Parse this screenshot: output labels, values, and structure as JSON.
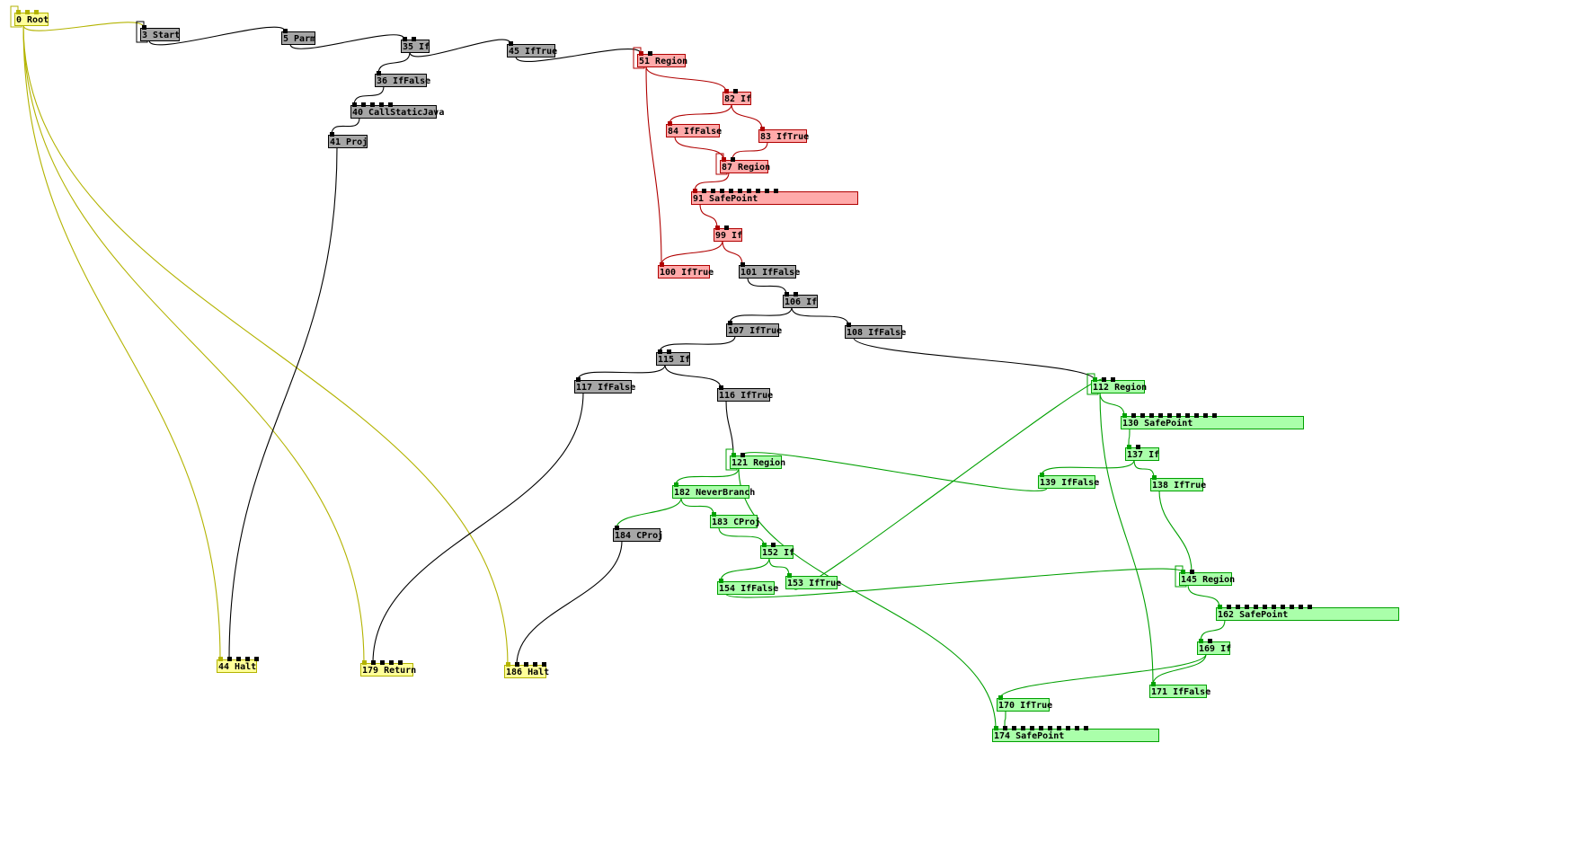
{
  "palette": {
    "yellow": {
      "fill": "#ffff99",
      "stroke": "#b3b300",
      "edge": "#b3b300"
    },
    "gray": {
      "fill": "#a6a6a6",
      "stroke": "#000000",
      "edge": "#000000"
    },
    "red": {
      "fill": "#ffaaaa",
      "stroke": "#b00000",
      "edge": "#b00000"
    },
    "green": {
      "fill": "#aaffaa",
      "stroke": "#00a000",
      "edge": "#00a000"
    }
  },
  "nodes": [
    {
      "id": "0",
      "label": "0 Root",
      "color": "yellow"
    },
    {
      "id": "3",
      "label": "3 Start",
      "color": "gray"
    },
    {
      "id": "5",
      "label": "5 Parm",
      "color": "gray"
    },
    {
      "id": "35",
      "label": "35 If",
      "color": "gray"
    },
    {
      "id": "45",
      "label": "45 IfTrue",
      "color": "gray"
    },
    {
      "id": "36",
      "label": "36 IfFalse",
      "color": "gray"
    },
    {
      "id": "40",
      "label": "40 CallStaticJava",
      "color": "gray"
    },
    {
      "id": "41",
      "label": "41 Proj",
      "color": "gray"
    },
    {
      "id": "51",
      "label": "51 Region",
      "color": "red"
    },
    {
      "id": "82",
      "label": "82 If",
      "color": "red"
    },
    {
      "id": "84",
      "label": "84 IfFalse",
      "color": "red"
    },
    {
      "id": "83",
      "label": "83 IfTrue",
      "color": "red"
    },
    {
      "id": "87",
      "label": "87 Region",
      "color": "red"
    },
    {
      "id": "91",
      "label": "91 SafePoint",
      "color": "red"
    },
    {
      "id": "99",
      "label": "99 If",
      "color": "red"
    },
    {
      "id": "100",
      "label": "100 IfTrue",
      "color": "red"
    },
    {
      "id": "101",
      "label": "101 IfFalse",
      "color": "gray"
    },
    {
      "id": "106",
      "label": "106 If",
      "color": "gray"
    },
    {
      "id": "107",
      "label": "107 IfTrue",
      "color": "gray"
    },
    {
      "id": "108",
      "label": "108 IfFalse",
      "color": "gray"
    },
    {
      "id": "115",
      "label": "115 If",
      "color": "gray"
    },
    {
      "id": "117",
      "label": "117 IfFalse",
      "color": "gray"
    },
    {
      "id": "116",
      "label": "116 IfTrue",
      "color": "gray"
    },
    {
      "id": "112",
      "label": "112 Region",
      "color": "green"
    },
    {
      "id": "130",
      "label": "130 SafePoint",
      "color": "green"
    },
    {
      "id": "137",
      "label": "137 If",
      "color": "green"
    },
    {
      "id": "139",
      "label": "139 IfFalse",
      "color": "green"
    },
    {
      "id": "138",
      "label": "138 IfTrue",
      "color": "green"
    },
    {
      "id": "121",
      "label": "121 Region",
      "color": "green"
    },
    {
      "id": "182",
      "label": "182 NeverBranch",
      "color": "green"
    },
    {
      "id": "183",
      "label": "183 CProj",
      "color": "green"
    },
    {
      "id": "184",
      "label": "184 CProj",
      "color": "gray"
    },
    {
      "id": "152",
      "label": "152 If",
      "color": "green"
    },
    {
      "id": "154",
      "label": "154 IfFalse",
      "color": "green"
    },
    {
      "id": "153",
      "label": "153 IfTrue",
      "color": "green"
    },
    {
      "id": "145",
      "label": "145 Region",
      "color": "green"
    },
    {
      "id": "162",
      "label": "162 SafePoint",
      "color": "green"
    },
    {
      "id": "169",
      "label": "169 If",
      "color": "green"
    },
    {
      "id": "171",
      "label": "171 IfFalse",
      "color": "green"
    },
    {
      "id": "170",
      "label": "170 IfTrue",
      "color": "green"
    },
    {
      "id": "174",
      "label": "174 SafePoint",
      "color": "green"
    },
    {
      "id": "44",
      "label": "44 Halt",
      "color": "yellow"
    },
    {
      "id": "179",
      "label": "179 Return",
      "color": "yellow"
    },
    {
      "id": "186",
      "label": "186 Halt",
      "color": "yellow"
    }
  ],
  "edges": [
    [
      "0",
      "3"
    ],
    [
      "0",
      "44"
    ],
    [
      "0",
      "179"
    ],
    [
      "0",
      "186"
    ],
    [
      "3",
      "5"
    ],
    [
      "5",
      "35"
    ],
    [
      "35",
      "45"
    ],
    [
      "35",
      "36"
    ],
    [
      "36",
      "40"
    ],
    [
      "40",
      "41"
    ],
    [
      "41",
      "44"
    ],
    [
      "45",
      "51"
    ],
    [
      "51",
      "82"
    ],
    [
      "51",
      "100"
    ],
    [
      "82",
      "84"
    ],
    [
      "82",
      "83"
    ],
    [
      "84",
      "87"
    ],
    [
      "83",
      "87"
    ],
    [
      "87",
      "91"
    ],
    [
      "91",
      "99"
    ],
    [
      "99",
      "100"
    ],
    [
      "99",
      "101"
    ],
    [
      "101",
      "106"
    ],
    [
      "106",
      "107"
    ],
    [
      "106",
      "108"
    ],
    [
      "107",
      "115"
    ],
    [
      "108",
      "112"
    ],
    [
      "115",
      "117"
    ],
    [
      "115",
      "116"
    ],
    [
      "117",
      "179"
    ],
    [
      "116",
      "121"
    ],
    [
      "121",
      "182"
    ],
    [
      "121",
      "174"
    ],
    [
      "182",
      "183"
    ],
    [
      "182",
      "184"
    ],
    [
      "184",
      "186"
    ],
    [
      "183",
      "152"
    ],
    [
      "152",
      "154"
    ],
    [
      "152",
      "153"
    ],
    [
      "153",
      "112"
    ],
    [
      "154",
      "145"
    ],
    [
      "112",
      "130"
    ],
    [
      "112",
      "171"
    ],
    [
      "130",
      "137"
    ],
    [
      "137",
      "139"
    ],
    [
      "137",
      "138"
    ],
    [
      "139",
      "121"
    ],
    [
      "138",
      "145"
    ],
    [
      "145",
      "162"
    ],
    [
      "162",
      "169"
    ],
    [
      "169",
      "171"
    ],
    [
      "169",
      "170"
    ],
    [
      "170",
      "174"
    ]
  ]
}
